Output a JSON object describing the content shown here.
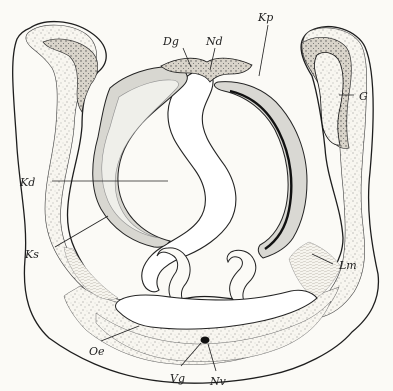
{
  "labels": {
    "dg": "Dg",
    "nd": "Nd",
    "kp": "Kp",
    "g": "G",
    "kd": "Kd",
    "ks": "Ks",
    "lm": "Lm",
    "oe": "Oe",
    "vg": "Vg",
    "nv": "Nv"
  }
}
